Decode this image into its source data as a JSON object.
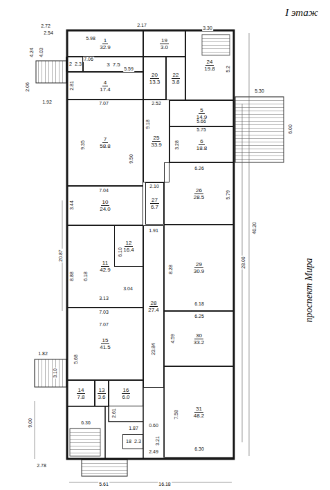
{
  "diagram": {
    "title": "I этаж",
    "nodes": [
      {
        "text": [
          "1",
          "32.9"
        ]
      },
      {
        "text": [
          "2",
          "2.3"
        ]
      },
      {
        "text": [
          "3",
          "7.5"
        ]
      },
      {
        "text": [
          "19",
          "3.0"
        ]
      },
      {
        "text": [
          "24",
          "19.8"
        ]
      },
      {
        "text": [
          "4",
          "17.4"
        ]
      },
      {
        "text": [
          "20",
          "13.3"
        ]
      },
      {
        "text": [
          "22",
          "3.8"
        ]
      },
      {
        "text": [
          "7",
          "58.8"
        ]
      },
      {
        "text": [
          "25",
          "33.9"
        ]
      },
      {
        "text": [
          "5",
          "14.9"
        ]
      },
      {
        "text": [
          "6",
          "18.8"
        ]
      },
      {
        "text": [
          "26",
          "28.5"
        ]
      },
      {
        "text": [
          "10",
          "24.0"
        ]
      },
      {
        "text": [
          "27",
          "6.7"
        ]
      },
      {
        "text": [
          "11",
          "42.9"
        ]
      },
      {
        "text": [
          "12",
          "16.4"
        ]
      },
      {
        "text": [
          "28",
          "27.4"
        ]
      },
      {
        "text": [
          "29",
          "30.9"
        ]
      },
      {
        "text": [
          "15",
          "41.5"
        ]
      },
      {
        "text": [
          "30",
          "33.2"
        ]
      },
      {
        "text": [
          "31",
          "48.2"
        ]
      },
      {
        "text": [
          "14",
          "7.8"
        ]
      },
      {
        "text": [
          "13",
          "3.6"
        ]
      },
      {
        "text": [
          "16",
          "6.0"
        ]
      },
      {
        "text": [
          "18",
          "2.3"
        ]
      }
    ],
    "labels": [
      "проспект Мира",
      "2.72",
      "2.54",
      "4.24",
      "4.03",
      "2.06",
      "1.92",
      "2.17",
      "5.98",
      "3.30",
      "5.2",
      "5.30",
      "6.00",
      "7.06",
      "5.59",
      "2.81",
      "7.07",
      "9.35",
      "9.50",
      "9.18",
      "2.52",
      "5.66",
      "5.75",
      "3.28",
      "6.26",
      "5.79",
      "2.10",
      "1.91",
      "7.04",
      "3.44",
      "6.18",
      "6.10",
      "3.04",
      "3.13",
      "8.88",
      "8.28",
      "6.18",
      "7.03",
      "7.07",
      "5.68",
      "6.25",
      "4.59",
      "7.58",
      "6.30",
      "23.84",
      "20.87",
      "28.00",
      "40.20",
      "1.82",
      "3.10",
      "9.00",
      "2.78",
      "5.61",
      "16.18",
      "2.49",
      "6.36",
      "2.61",
      "0.60",
      "1.87",
      "3.21"
    ]
  }
}
